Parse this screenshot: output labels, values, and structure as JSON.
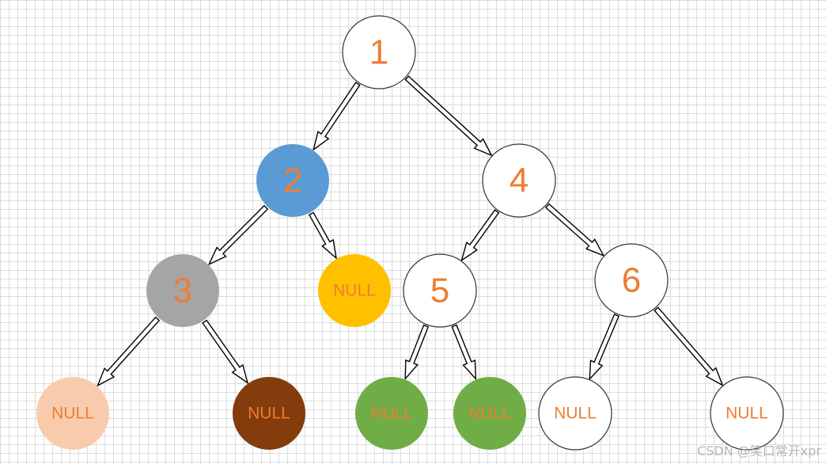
{
  "colors": {
    "label": "#ED7D31",
    "stroke": "#333333",
    "arrow_fill": "#ffffff",
    "arrow_stroke": "#000000"
  },
  "nodes": [
    {
      "id": "n1",
      "label": "1",
      "kind": "value",
      "fill": "#ffffff"
    },
    {
      "id": "n2",
      "label": "2",
      "kind": "value",
      "fill": "#5B9BD5"
    },
    {
      "id": "n4",
      "label": "4",
      "kind": "value",
      "fill": "#ffffff"
    },
    {
      "id": "n3",
      "label": "3",
      "kind": "value",
      "fill": "#A5A5A5"
    },
    {
      "id": "n2r",
      "label": "NULL",
      "kind": "null",
      "fill": "#FFC000"
    },
    {
      "id": "n5",
      "label": "5",
      "kind": "value",
      "fill": "#ffffff"
    },
    {
      "id": "n6",
      "label": "6",
      "kind": "value",
      "fill": "#ffffff"
    },
    {
      "id": "n3l",
      "label": "NULL",
      "kind": "null",
      "fill": "#F8CBAD"
    },
    {
      "id": "n3r",
      "label": "NULL",
      "kind": "null",
      "fill": "#843C0C"
    },
    {
      "id": "n5l",
      "label": "NULL",
      "kind": "null",
      "fill": "#70AD47"
    },
    {
      "id": "n5r",
      "label": "NULL",
      "kind": "null",
      "fill": "#70AD47"
    },
    {
      "id": "n6l",
      "label": "NULL",
      "kind": "null",
      "fill": "#ffffff"
    },
    {
      "id": "n6r",
      "label": "NULL",
      "kind": "null",
      "fill": "#ffffff"
    }
  ],
  "edges": [
    {
      "from": "n1",
      "to": "n2"
    },
    {
      "from": "n1",
      "to": "n4"
    },
    {
      "from": "n2",
      "to": "n3"
    },
    {
      "from": "n2",
      "to": "n2r"
    },
    {
      "from": "n4",
      "to": "n5"
    },
    {
      "from": "n4",
      "to": "n6"
    },
    {
      "from": "n3",
      "to": "n3l"
    },
    {
      "from": "n3",
      "to": "n3r"
    },
    {
      "from": "n5",
      "to": "n5l"
    },
    {
      "from": "n5",
      "to": "n5r"
    },
    {
      "from": "n6",
      "to": "n6l"
    },
    {
      "from": "n6",
      "to": "n6r"
    }
  ],
  "watermark": "CSDN @笑口常开xpr"
}
